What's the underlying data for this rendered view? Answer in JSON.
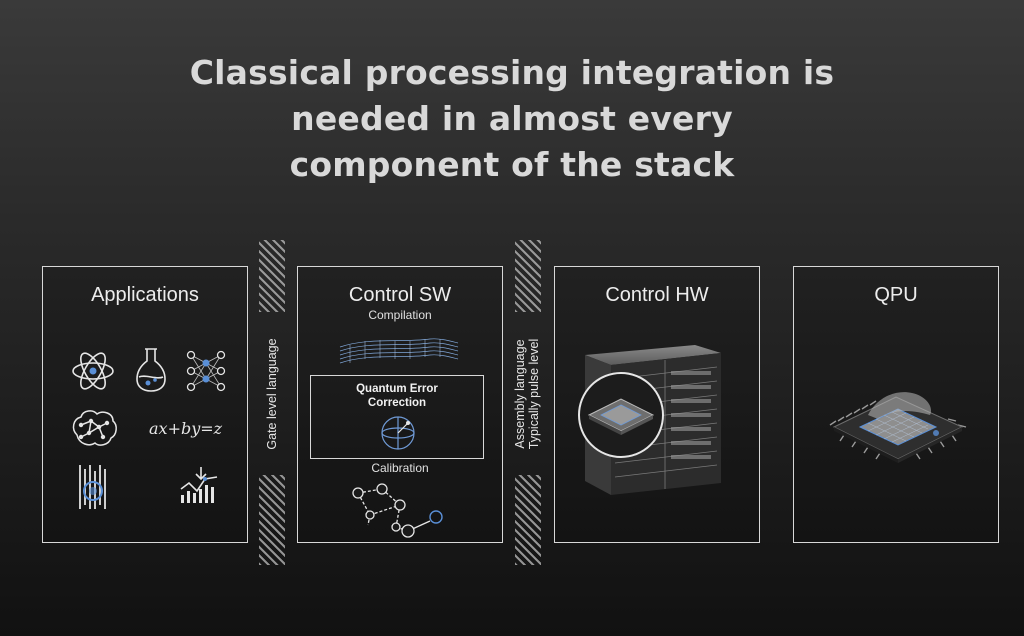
{
  "title": {
    "line1": "Classical processing integration is",
    "line2": "needed in almost every",
    "line3": "component of the stack"
  },
  "panels": {
    "applications": {
      "title": "Applications",
      "equation": "ax+by=z"
    },
    "control_sw": {
      "title": "Control SW",
      "compilation": "Compilation",
      "qec_line1": "Quantum Error",
      "qec_line2": "Correction",
      "calibration": "Calibration"
    },
    "control_hw": {
      "title": "Control HW"
    },
    "qpu": {
      "title": "QPU"
    }
  },
  "separators": {
    "gate_level": "Gate level language",
    "assembly_line1": "Assembly language",
    "assembly_line2": "Typically pulse level"
  },
  "colors": {
    "accent_blue": "#5a8fd6",
    "line": "#d8d8d8"
  }
}
